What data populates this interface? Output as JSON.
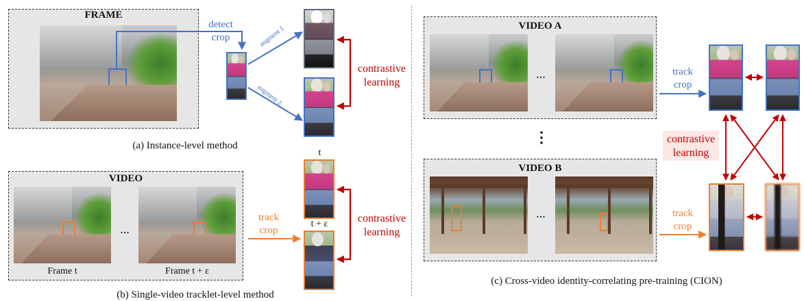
{
  "panel_a": {
    "title": "FRAME",
    "detect_label": "detect",
    "crop_label": "crop",
    "augment1_label": "augment 1",
    "augment2_label": "augment 2",
    "contrastive_line1": "contrastive",
    "contrastive_line2": "learning",
    "caption": "(a) Instance-level method"
  },
  "panel_b": {
    "title": "VIDEO",
    "ellipsis": "...",
    "frame_t_label": "Frame t",
    "frame_t_eps_label": "Frame t + ε",
    "track_label": "track",
    "crop_label": "crop",
    "t_label": "t",
    "t_eps_label": "t + ε",
    "contrastive_line1": "contrastive",
    "contrastive_line2": "learning",
    "caption": "(b) Single-video tracklet-level method"
  },
  "panel_c": {
    "video_a_title": "VIDEO A",
    "video_b_title": "VIDEO B",
    "ellipsis_a": "...",
    "ellipsis_b": "...",
    "vertical_dots": "⋮",
    "track_label_a": "track",
    "crop_label_a": "crop",
    "track_label_b": "track",
    "crop_label_b": "crop",
    "contrastive_line1": "contrastive",
    "contrastive_line2": "learning",
    "caption": "(c) Cross-video identity-correlating pre-training (CION)"
  },
  "colors": {
    "blue": "#4472c4",
    "orange": "#ed7d31",
    "red": "#c00000",
    "panel_bg": "#e6e6e6"
  }
}
